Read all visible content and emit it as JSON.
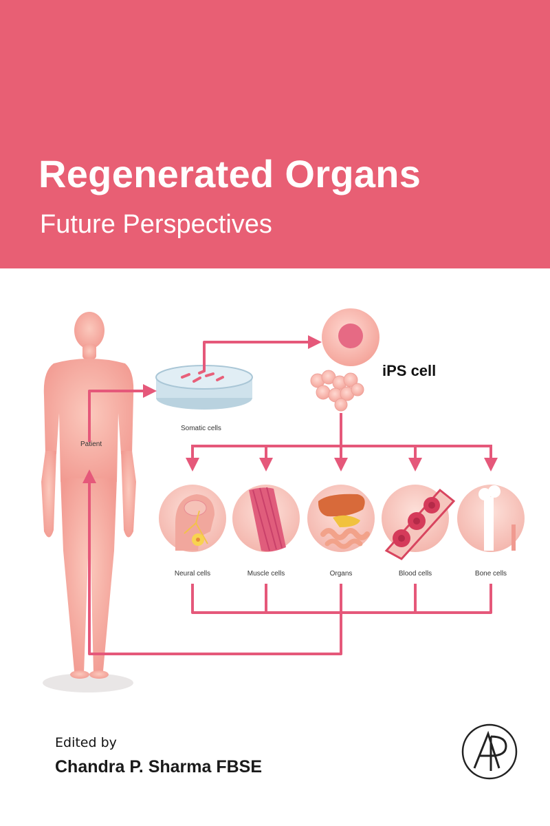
{
  "cover": {
    "title": "Regenerated Organs",
    "subtitle": "Future Perspectives",
    "edited_by": "Edited by",
    "editor": "Chandra P. Sharma FBSE",
    "publisher_logo_letters": "AP"
  },
  "diagram": {
    "patient_label": "Patient",
    "somatic_label": "Somatic cells",
    "ips_label": "iPS cell",
    "targets": [
      {
        "label": "Neural cells",
        "icon": "neuron-icon"
      },
      {
        "label": "Muscle cells",
        "icon": "muscle-icon"
      },
      {
        "label": "Organs",
        "icon": "organs-icon"
      },
      {
        "label": "Blood cells",
        "icon": "blood-cells-icon"
      },
      {
        "label": "Bone cells",
        "icon": "bone-icon"
      }
    ]
  },
  "colors": {
    "banner": "#e85f74",
    "arrow": "#e5587a",
    "body": "#f7b1a8"
  }
}
